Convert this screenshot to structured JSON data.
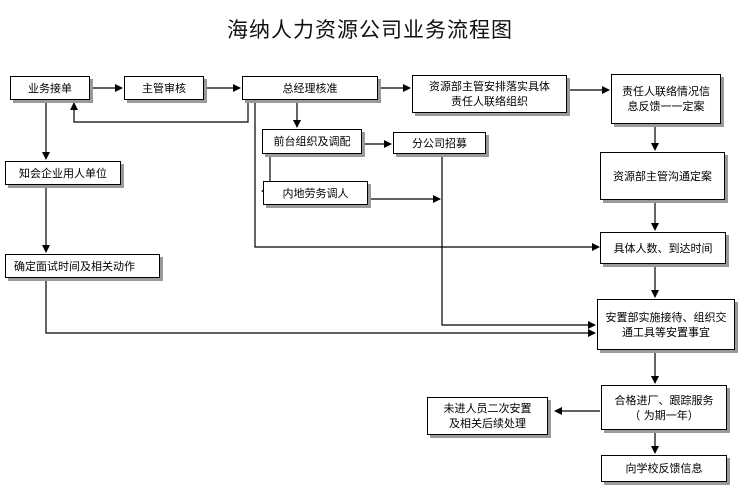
{
  "title": "海纳人力资源公司业务流程图",
  "nodes": {
    "order": "业务接单",
    "supervisor_review": "主管审核",
    "gm_approval": "总经理核准",
    "hr_arrange": "资源部主管安排落实具体\n责任人联络组织",
    "feedback": "责任人联络情况信\n息反馈一一定案",
    "front_org": "前台组织及调配",
    "branch_recruit": "分公司招募",
    "inland_transfer": "内地劳务调人",
    "notify_employer": "知会企业用人单位",
    "hr_communicate": "资源部主管沟通定案",
    "interview_time": "确定面试时间及相关动作",
    "headcount_time": "具体人数、到达时间",
    "placement": "安置部实施接待、组织交\n通工具等安置事宜",
    "secondary_placement": "未进人员二次安置\n及相关后续处理",
    "tracking": "合格进厂、跟踪服务\n（ 为期一年）",
    "school_feedback": "向学校反馈信息"
  }
}
